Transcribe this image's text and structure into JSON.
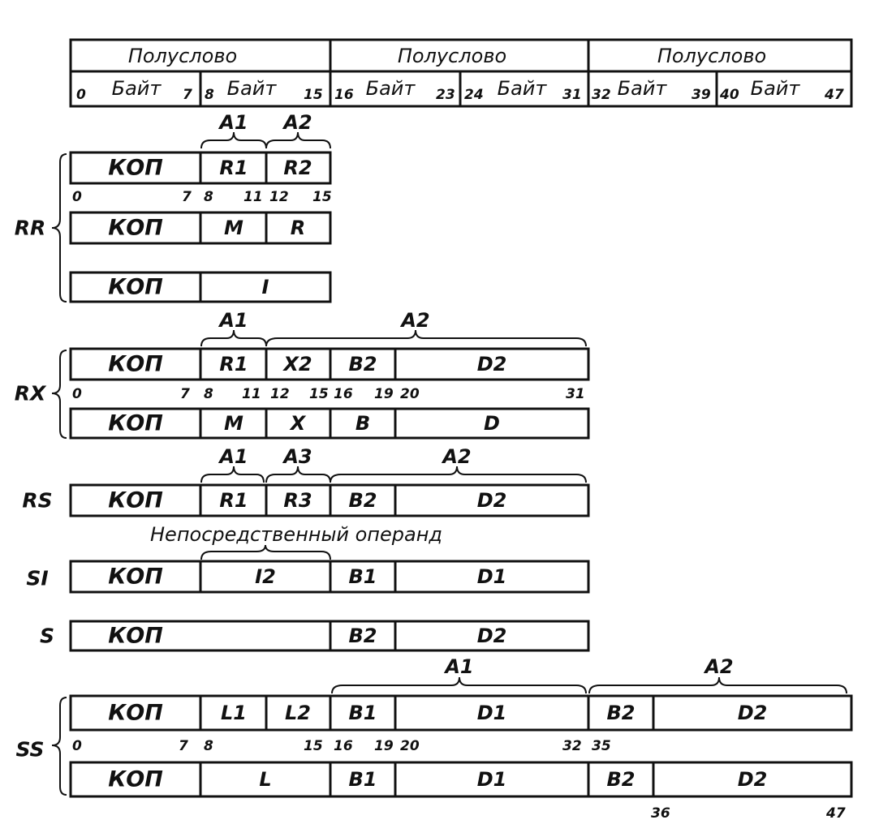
{
  "header": {
    "halfwords": [
      "Полуслово",
      "Полуслово",
      "Полуслово"
    ],
    "bytes": [
      {
        "start": "0",
        "label": "Байт",
        "end": "7"
      },
      {
        "start": "8",
        "label": "Байт",
        "end": "15"
      },
      {
        "start": "16",
        "label": "Байт",
        "end": "23"
      },
      {
        "start": "24",
        "label": "Байт",
        "end": "31"
      },
      {
        "start": "32",
        "label": "Байт",
        "end": "39"
      },
      {
        "start": "40",
        "label": "Байт",
        "end": "47"
      }
    ]
  },
  "rr": {
    "label": "RR",
    "brace_a1": "A1",
    "brace_a2": "A2",
    "row1": [
      "КОП",
      "R1",
      "R2"
    ],
    "bits": [
      "0",
      "7",
      "8",
      "11",
      "12",
      "15"
    ],
    "row2": [
      "КОП",
      "M",
      "R"
    ],
    "row3": [
      "КОП",
      "I"
    ]
  },
  "rx": {
    "label": "RX",
    "brace_a1": "A1",
    "brace_a2": "A2",
    "row1": [
      "КОП",
      "R1",
      "X2",
      "B2",
      "D2"
    ],
    "bits": [
      "0",
      "7",
      "8",
      "11",
      "12",
      "15",
      "16",
      "19",
      "20",
      "31"
    ],
    "row2": [
      "КОП",
      "M",
      "X",
      "B",
      "D"
    ]
  },
  "rs": {
    "label": "RS",
    "brace_a1": "A1",
    "brace_a3": "A3",
    "brace_a2": "A2",
    "row1": [
      "КОП",
      "R1",
      "R3",
      "B2",
      "D2"
    ]
  },
  "si": {
    "label": "SI",
    "brace_text": "Непосредственный операнд",
    "row1": [
      "КОП",
      "I2",
      "B1",
      "D1"
    ]
  },
  "s": {
    "label": "S",
    "row1": [
      "КОП",
      "B2",
      "D2"
    ]
  },
  "ss": {
    "label": "SS",
    "brace_a1": "A1",
    "brace_a2": "A2",
    "row1": [
      "КОП",
      "L1",
      "L2",
      "B1",
      "D1",
      "B2",
      "D2"
    ],
    "bits": [
      "0",
      "7",
      "8",
      "15",
      "16",
      "19",
      "20",
      "32",
      "35"
    ],
    "row2": [
      "КОП",
      "L",
      "B1",
      "D1",
      "B2",
      "D2"
    ],
    "bits_bottom": [
      "36",
      "47"
    ]
  }
}
